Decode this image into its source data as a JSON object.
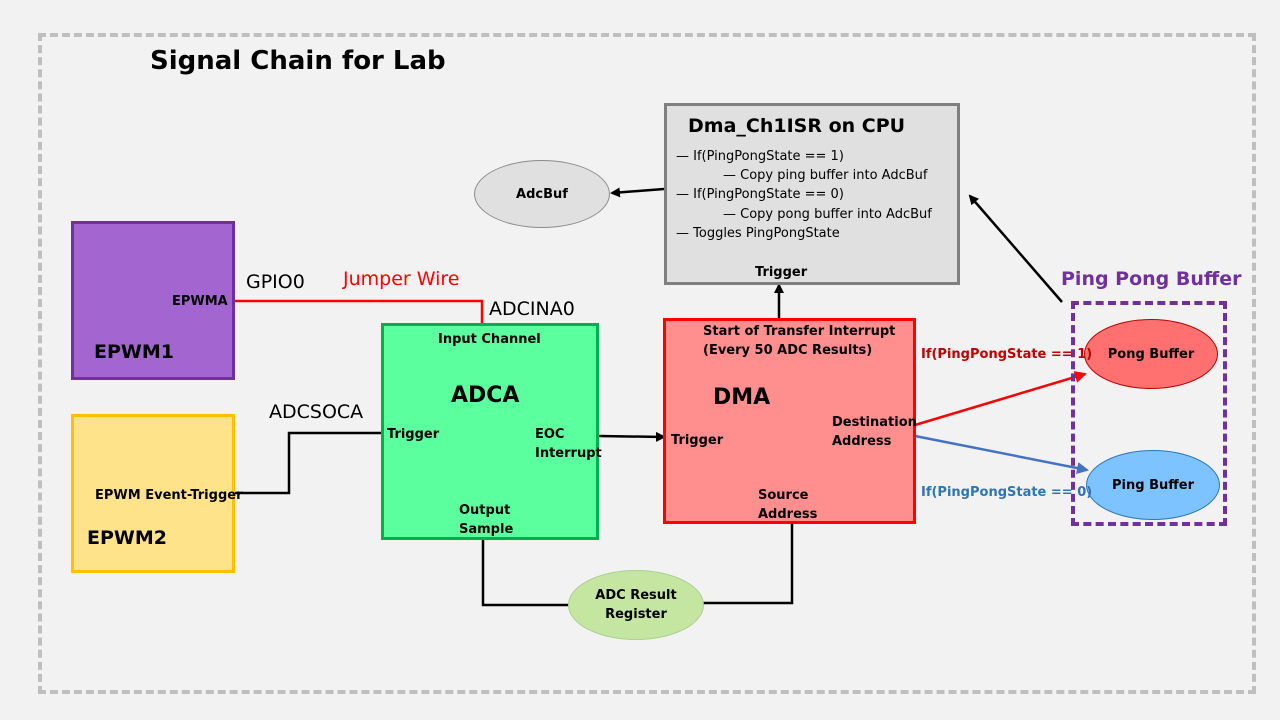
{
  "title": "Signal Chain for Lab",
  "epwm1": {
    "name": "EPWM1",
    "port": "EPWMA"
  },
  "epwm2": {
    "name": "EPWM2",
    "port": "EPWM Event-Trigger"
  },
  "wires": {
    "gpio": "GPIO0",
    "jumper": "Jumper Wire",
    "adcina": "ADCINA0",
    "adcsoca": "ADCSOCA"
  },
  "adca": {
    "name": "ADCA",
    "input": "Input Channel",
    "trigger": "Trigger",
    "eoc_line1": "EOC",
    "eoc_line2": "Interrupt",
    "output_line1": "Output",
    "output_line2": "Sample"
  },
  "dma": {
    "name": "DMA",
    "sot_line1": "Start of Transfer Interrupt",
    "sot_line2": "(Every 50 ADC Results)",
    "trigger": "Trigger",
    "dest_line1": "Destination",
    "dest_line2": "Address",
    "src_line1": "Source",
    "src_line2": "Address"
  },
  "isr": {
    "name": "Dma_Ch1ISR on CPU",
    "lines": [
      "— If(PingPongState == 1)",
      "— Copy ping buffer into AdcBuf",
      "— If(PingPongState == 0)",
      "— Copy pong buffer into AdcBuf",
      "— Toggles PingPongState"
    ],
    "trigger": "Trigger"
  },
  "adcbuf": "AdcBuf",
  "result_reg": {
    "line1": "ADC Result",
    "line2": "Register"
  },
  "ping_pong": {
    "title": "Ping Pong Buffer",
    "pong": "Pong Buffer",
    "ping": "Ping Buffer",
    "cond1": "If(PingPongState == 1)",
    "cond0": "If(PingPongState == 0)"
  },
  "colors": {
    "epwm1_fill": "#a366d1",
    "epwm1_border": "#7030a0",
    "epwm2_fill": "#ffe38a",
    "epwm2_border": "#ffc000",
    "adca_fill": "#5cff9d",
    "adca_border": "#00b050",
    "dma_fill": "#ff8f8f",
    "dma_border": "#ff0000",
    "isr_fill": "#e0e0e0",
    "isr_border": "#7f7f7f",
    "pong_fill": "#ff7070",
    "ping_fill": "#7dc3ff",
    "result_fill": "#c5e6a1",
    "red": "#ff0000",
    "blue": "#4472c4",
    "purple": "#7030a0"
  }
}
